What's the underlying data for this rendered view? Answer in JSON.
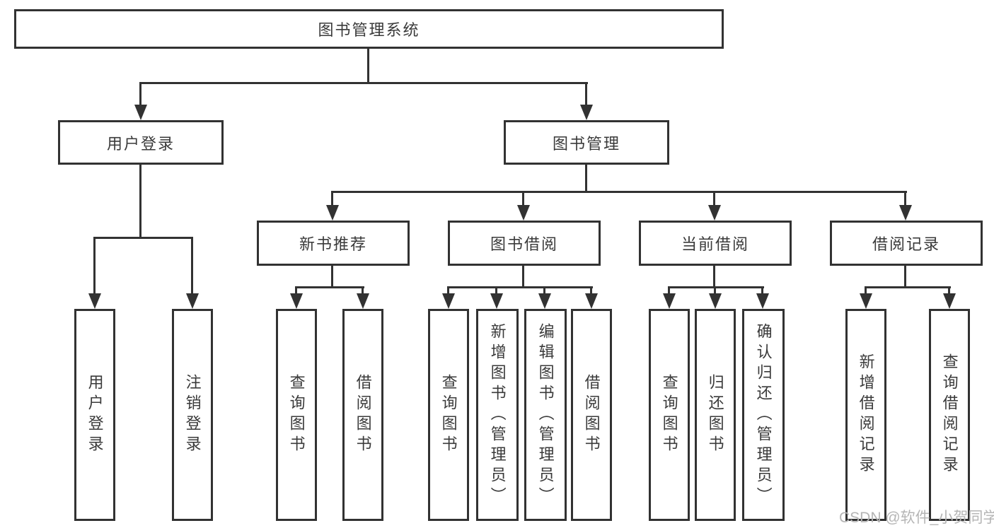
{
  "watermark": "CSDN @软件_小贺同学",
  "colors": {
    "line": "#323232",
    "text": "#3a3a3a",
    "background": "#ffffff",
    "watermark": "#b5b5b5"
  },
  "tree": {
    "label": "图书管理系统",
    "children": [
      {
        "label": "用户登录",
        "children": [
          {
            "label": "用户登录"
          },
          {
            "label": "注销登录"
          }
        ]
      },
      {
        "label": "图书管理",
        "children": [
          {
            "label": "新书推荐",
            "children": [
              {
                "label": "查询图书"
              },
              {
                "label": "借阅图书"
              }
            ]
          },
          {
            "label": "图书借阅",
            "children": [
              {
                "label": "查询图书"
              },
              {
                "label": "新增图书（管理员）"
              },
              {
                "label": "编辑图书（管理员）"
              },
              {
                "label": "借阅图书"
              }
            ]
          },
          {
            "label": "当前借阅",
            "children": [
              {
                "label": "查询图书"
              },
              {
                "label": "归还图书"
              },
              {
                "label": "确认归还（管理员）"
              }
            ]
          },
          {
            "label": "借阅记录",
            "children": [
              {
                "label": "新增借阅记录"
              },
              {
                "label": "查询借阅记录"
              }
            ]
          }
        ]
      }
    ]
  }
}
